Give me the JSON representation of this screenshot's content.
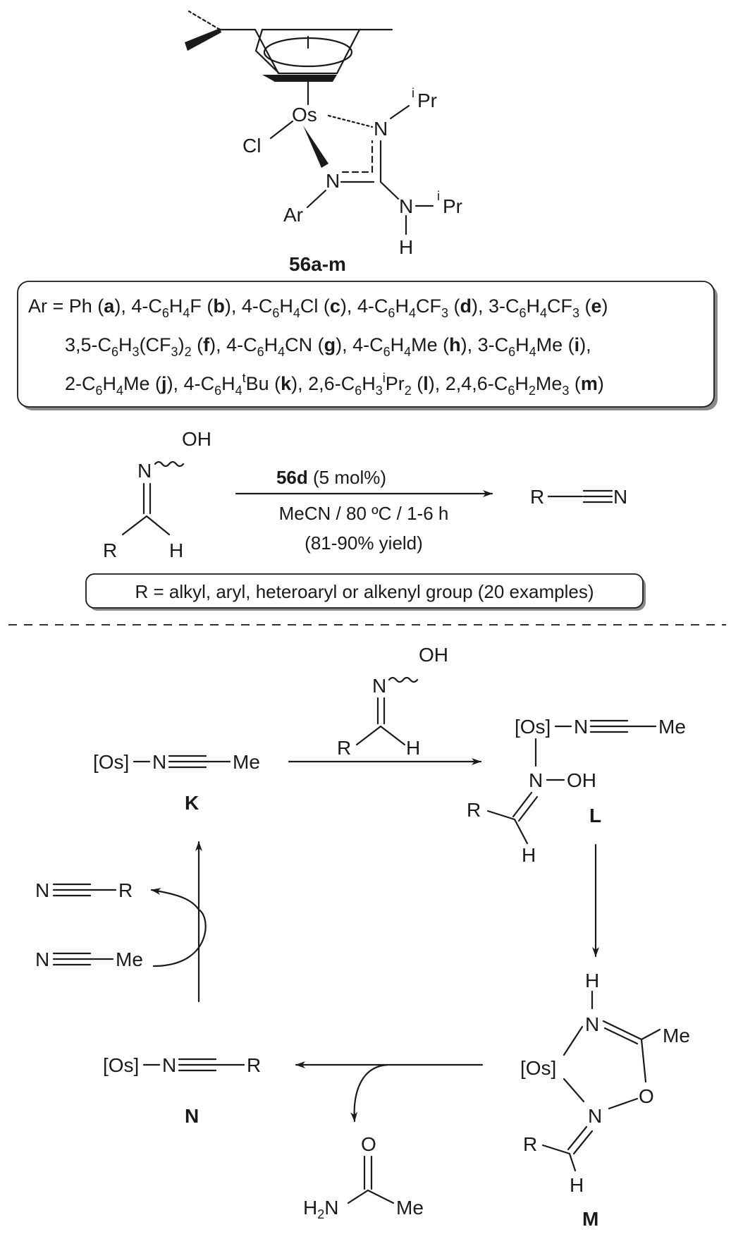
{
  "complex": {
    "os": "Os",
    "cl": "Cl",
    "n_upper": "N",
    "ipr_sup": "i",
    "ipr_label": "Pr",
    "n_lower": "N",
    "ar": "Ar",
    "nh_n": "N",
    "nh_h": "H",
    "nh_ipr_sup": "i",
    "nh_ipr_label": "Pr",
    "label": "56a-m"
  },
  "ar_box": {
    "line1": [
      {
        "t": "Ar = Ph ("
      },
      {
        "t": "a",
        "b": true
      },
      {
        "t": "), 4-C"
      },
      {
        "t": "6",
        "s": "sub"
      },
      {
        "t": "H"
      },
      {
        "t": "4",
        "s": "sub"
      },
      {
        "t": "F ("
      },
      {
        "t": "b",
        "b": true
      },
      {
        "t": "), 4-C"
      },
      {
        "t": "6",
        "s": "sub"
      },
      {
        "t": "H"
      },
      {
        "t": "4",
        "s": "sub"
      },
      {
        "t": "Cl ("
      },
      {
        "t": "c",
        "b": true
      },
      {
        "t": "), 4-C"
      },
      {
        "t": "6",
        "s": "sub"
      },
      {
        "t": "H"
      },
      {
        "t": "4",
        "s": "sub"
      },
      {
        "t": "CF"
      },
      {
        "t": "3",
        "s": "sub"
      },
      {
        "t": " ("
      },
      {
        "t": "d",
        "b": true
      },
      {
        "t": "), 3-C"
      },
      {
        "t": "6",
        "s": "sub"
      },
      {
        "t": "H"
      },
      {
        "t": "4",
        "s": "sub"
      },
      {
        "t": "CF"
      },
      {
        "t": "3",
        "s": "sub"
      },
      {
        "t": " ("
      },
      {
        "t": "e",
        "b": true
      },
      {
        "t": ")"
      }
    ],
    "line2": [
      {
        "t": "3,5-C"
      },
      {
        "t": "6",
        "s": "sub"
      },
      {
        "t": "H"
      },
      {
        "t": "3",
        "s": "sub"
      },
      {
        "t": "(CF"
      },
      {
        "t": "3",
        "s": "sub"
      },
      {
        "t": ")"
      },
      {
        "t": "2",
        "s": "sub"
      },
      {
        "t": " ("
      },
      {
        "t": "f",
        "b": true
      },
      {
        "t": "), 4-C"
      },
      {
        "t": "6",
        "s": "sub"
      },
      {
        "t": "H"
      },
      {
        "t": "4",
        "s": "sub"
      },
      {
        "t": "CN ("
      },
      {
        "t": "g",
        "b": true
      },
      {
        "t": "), 4-C"
      },
      {
        "t": "6",
        "s": "sub"
      },
      {
        "t": "H"
      },
      {
        "t": "4",
        "s": "sub"
      },
      {
        "t": "Me ("
      },
      {
        "t": "h",
        "b": true
      },
      {
        "t": "), 3-C"
      },
      {
        "t": "6",
        "s": "sub"
      },
      {
        "t": "H"
      },
      {
        "t": "4",
        "s": "sub"
      },
      {
        "t": "Me ("
      },
      {
        "t": "i",
        "b": true
      },
      {
        "t": "),"
      }
    ],
    "line3": [
      {
        "t": "2-C"
      },
      {
        "t": "6",
        "s": "sub"
      },
      {
        "t": "H"
      },
      {
        "t": "4",
        "s": "sub"
      },
      {
        "t": "Me ("
      },
      {
        "t": "j",
        "b": true
      },
      {
        "t": "), 4-C"
      },
      {
        "t": "6",
        "s": "sub"
      },
      {
        "t": "H"
      },
      {
        "t": "4",
        "s": "sub"
      },
      {
        "t": "t",
        "s": "sup"
      },
      {
        "t": "Bu ("
      },
      {
        "t": "k",
        "b": true
      },
      {
        "t": "), 2,6-C"
      },
      {
        "t": "6",
        "s": "sub"
      },
      {
        "t": "H"
      },
      {
        "t": "3",
        "s": "sub"
      },
      {
        "t": "i",
        "s": "sup"
      },
      {
        "t": "Pr"
      },
      {
        "t": "2",
        "s": "sub"
      },
      {
        "t": " ("
      },
      {
        "t": "l",
        "b": true
      },
      {
        "t": "), 2,4,6-C"
      },
      {
        "t": "6",
        "s": "sub"
      },
      {
        "t": "H"
      },
      {
        "t": "2",
        "s": "sub"
      },
      {
        "t": "Me"
      },
      {
        "t": "3",
        "s": "sub"
      },
      {
        "t": " ("
      },
      {
        "t": "m",
        "b": true
      },
      {
        "t": ")"
      }
    ]
  },
  "reaction": {
    "oxime_n": "N",
    "oxime_oh": "OH",
    "oxime_r": "R",
    "oxime_h": "H",
    "catalyst_bold": "56d",
    "catalyst_rest": " (5 mol%)",
    "conditions": "MeCN / 80 ºC / 1-6 h",
    "yield": "(81-90% yield)",
    "product_r": "R",
    "product_n": "N",
    "scope": "R = alkyl, aryl, heteroaryl or alkenyl group (20 examples)"
  },
  "cycle": {
    "K": {
      "os": "[Os]",
      "n": "N",
      "me": "Me",
      "label": "K"
    },
    "reagent": {
      "n": "N",
      "oh": "OH",
      "r": "R",
      "h": "H"
    },
    "L": {
      "os": "[Os]",
      "n1": "N",
      "me": "Me",
      "n2": "N",
      "oh": "OH",
      "r": "R",
      "h": "H",
      "label": "L"
    },
    "M": {
      "h": "H",
      "n1": "N",
      "me": "Me",
      "os": "[Os]",
      "n2": "N",
      "o": "O",
      "r": "R",
      "h2": "H",
      "label": "M"
    },
    "N": {
      "os": "[Os]",
      "n": "N",
      "r": "R",
      "label": "N"
    },
    "amide": {
      "o": "O",
      "h2n_h": "H",
      "h2n_2": "2",
      "h2n_n": "N",
      "me": "Me"
    },
    "nitrile_out": {
      "n": "N",
      "r": "R"
    },
    "nitrile_in": {
      "n": "N",
      "me": "Me"
    }
  }
}
